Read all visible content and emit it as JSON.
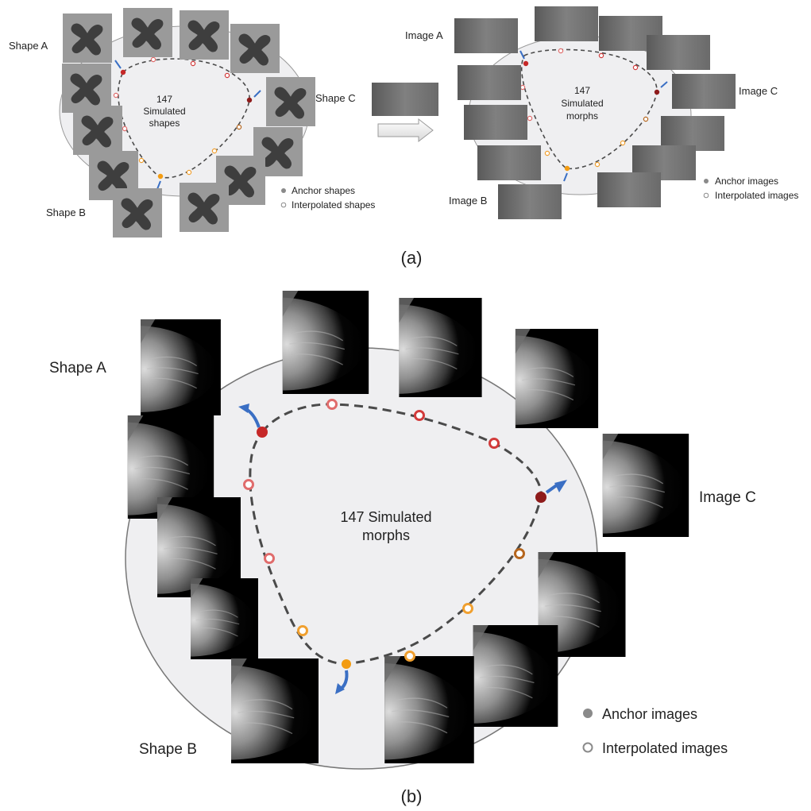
{
  "panel_a": {
    "caption": "(a)",
    "left": {
      "center_text_1": "147",
      "center_text_2": "Simulated",
      "center_text_3": "shapes",
      "label_a": "Shape A",
      "label_b": "Shape B",
      "label_c": "Shape C",
      "legend_anchor": "Anchor shapes",
      "legend_interp": "Interpolated shapes"
    },
    "right": {
      "center_text_1": "147",
      "center_text_2": "Simulated",
      "center_text_3": "morphs",
      "label_a": "Image A",
      "label_b": "Image B",
      "label_c": "Image C",
      "legend_anchor": "Anchor images",
      "legend_interp": "Interpolated images"
    }
  },
  "panel_b": {
    "caption": "(b)",
    "center_text_1": "147 Simulated",
    "center_text_2": "morphs",
    "label_a": "Shape A",
    "label_b": "Shape B",
    "label_c": "Image C",
    "legend_anchor": "Anchor images",
    "legend_interp": "Interpolated images"
  },
  "colors": {
    "curve": "#4a4a4a",
    "anchor_a": "#c62828",
    "anchor_c": "#8e1b1b",
    "anchor_b": "#f39c12",
    "arrow": "#3a6fc4",
    "circle_fill": "#efeff1",
    "legend_grey": "#8a8a8a"
  }
}
